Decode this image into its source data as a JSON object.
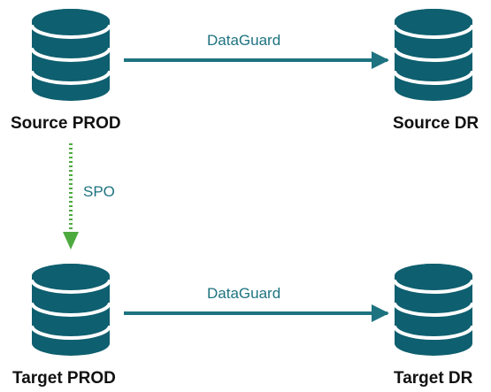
{
  "colors": {
    "database": "#0e5f6f",
    "dataguard_arrow": "#1d7380",
    "spo_arrow": "#4daa3f",
    "label_text": "#111111",
    "edge_label_text": "#1d7380"
  },
  "nodes": {
    "source_prod": {
      "label": "Source PROD",
      "icon": "database-icon"
    },
    "source_dr": {
      "label": "Source DR",
      "icon": "database-icon"
    },
    "target_prod": {
      "label": "Target PROD",
      "icon": "database-icon"
    },
    "target_dr": {
      "label": "Target DR",
      "icon": "database-icon"
    }
  },
  "edges": {
    "top": {
      "label": "DataGuard",
      "style": "solid"
    },
    "bottom": {
      "label": "DataGuard",
      "style": "solid"
    },
    "spo": {
      "label": "SPO",
      "style": "dotted"
    }
  }
}
